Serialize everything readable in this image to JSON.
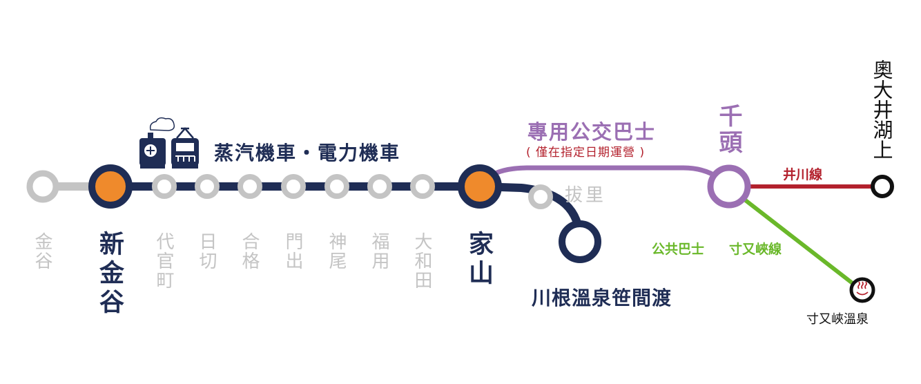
{
  "colors": {
    "ooigawa_main": "#1f2d55",
    "major_station_fill": "#ef8a2c",
    "minor_station": "#c4c4c4",
    "bus_purple": "#9b6fb3",
    "ikawa_red": "#b3212d",
    "sumata_green": "#6ab82a",
    "terminal_black": "#111111"
  },
  "trains": {
    "label": "蒸汽機車・電力機車",
    "icons": [
      "steam-locomotive-icon",
      "electric-locomotive-icon"
    ]
  },
  "stations": {
    "kanaya": "金谷",
    "shin_kanaya": "新金谷",
    "daikancho": "代官町",
    "higiri": "日切",
    "gou": "合格",
    "monde": "門出",
    "kamio": "神尾",
    "fukuyo": "福用",
    "wadaya": "大和田",
    "ieyama": "家山",
    "bassari": "拔里",
    "kawane": "川根溫泉笹間渡",
    "senzu": "千頭",
    "okuoikojo": "奧大井湖上",
    "sumata_onsen": "寸又峽溫泉"
  },
  "routes": {
    "bus": "專用公交巴士",
    "bus_note": "( 僅在指定日期運營 )",
    "ikawa": "井川線",
    "public_bus": "公共巴士",
    "sumata_line": "寸又峽線"
  },
  "onsen_icon": "hot-spring-icon"
}
